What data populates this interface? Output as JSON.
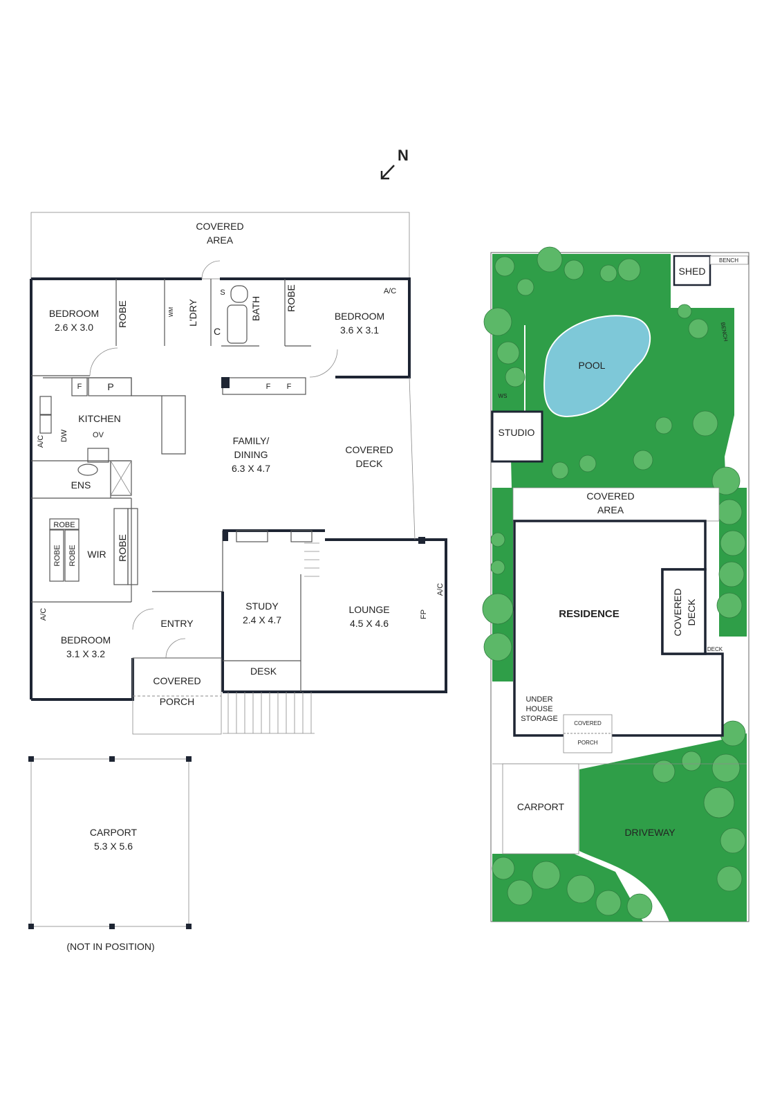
{
  "compass": {
    "label": "N"
  },
  "floorplan": {
    "covered_area_top": [
      "COVERED",
      "AREA"
    ],
    "bedroom1": [
      "BEDROOM",
      "2.6 X 3.0"
    ],
    "robe1": "ROBE",
    "wm": "WM",
    "laundry": "L'DRY",
    "bath": "BATH",
    "c_small": "C",
    "s_small": "S",
    "robe2": "ROBE",
    "ac_top": "A/C",
    "bedroom2": [
      "BEDROOM",
      "3.6 X 3.1"
    ],
    "f_small": "F",
    "p_small": "P",
    "kitchen": "KITCHEN",
    "dw": "DW",
    "ov": "OV",
    "ac_left": "A/C",
    "ens": "ENS",
    "family_dining": [
      "FAMILY/",
      "DINING",
      "6.3 X 4.7"
    ],
    "covered_deck": [
      "COVERED",
      "DECK"
    ],
    "robe_wir_top": "ROBE",
    "robe_wir_a": "ROBE",
    "robe_wir_b": "ROBE",
    "wir": "WIR",
    "robe_side": "ROBE",
    "study": [
      "STUDY",
      "2.4 X 4.7"
    ],
    "lounge": [
      "LOUNGE",
      "4.5 X 4.6"
    ],
    "fp": "FP",
    "ac_lounge": "A/C",
    "ac_bed3": "A/C",
    "bedroom3": [
      "BEDROOM",
      "3.1 X 3.2"
    ],
    "entry": "ENTRY",
    "covered_porch": [
      "COVERED",
      "PORCH"
    ],
    "desk": "DESK",
    "carport": [
      "CARPORT",
      "5.3 X 5.6"
    ],
    "not_in_position": "(NOT IN POSITION)"
  },
  "siteplan": {
    "shed": "SHED",
    "bench_top": "BENCH",
    "bench_side": "BENCH",
    "pool": "POOL",
    "ws": "WS",
    "studio": "STUDIO",
    "covered_area": [
      "COVERED",
      "AREA"
    ],
    "residence": "RESIDENCE",
    "covered_deck": [
      "COVERED",
      "DECK"
    ],
    "deck": "DECK",
    "under_house_storage": [
      "UNDER",
      "HOUSE",
      "STORAGE"
    ],
    "covered_porch": [
      "COVERED",
      "PORCH"
    ],
    "carport": "CARPORT",
    "driveway": "DRIVEWAY"
  },
  "colors": {
    "lawn": "#2f9e48",
    "tree": "#5cb868",
    "pool": "#7ec8d8",
    "wall": "#1e2533"
  }
}
